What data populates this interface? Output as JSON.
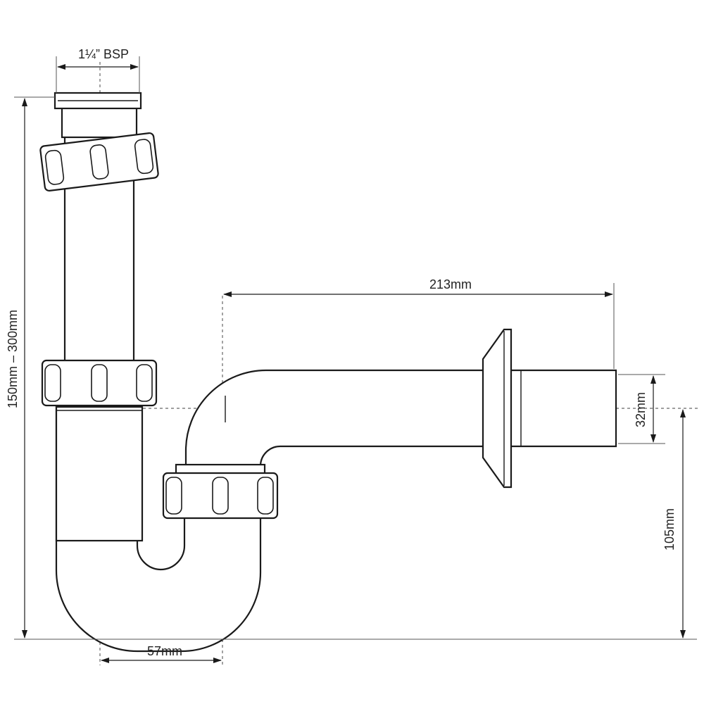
{
  "colors": {
    "line": "#1a1a1a",
    "background": "#ffffff"
  },
  "dimensions": {
    "thread": "1¼” BSP",
    "height_range": "150mm – 300mm",
    "horizontal_length": "213mm",
    "outlet_diameter": "32mm",
    "outlet_height": "105mm",
    "trap_offset": "57mm"
  }
}
